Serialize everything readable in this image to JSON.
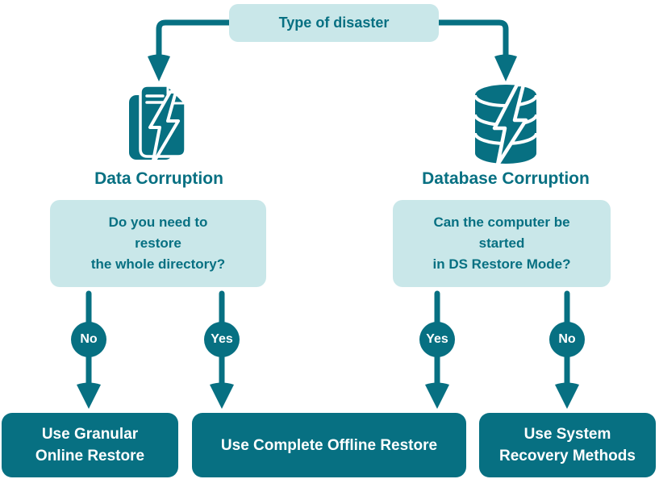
{
  "flowchart": {
    "title": "Type of disaster",
    "branches": [
      {
        "label": "Data Corruption",
        "icon": "document-lightning-icon",
        "question_lines": [
          "Do you need to",
          "restore",
          "the whole directory?"
        ],
        "answers": [
          {
            "label": "No"
          },
          {
            "label": "Yes"
          }
        ]
      },
      {
        "label": "Database Corruption",
        "icon": "database-lightning-icon",
        "question_lines": [
          "Can the computer be",
          "started",
          "in DS Restore Mode?"
        ],
        "answers": [
          {
            "label": "Yes"
          },
          {
            "label": "No"
          }
        ]
      }
    ],
    "results": [
      {
        "lines": [
          "Use Granular",
          "Online Restore"
        ]
      },
      {
        "lines": [
          "Use Complete Offline Restore"
        ]
      },
      {
        "lines": [
          "Use System",
          "Recovery Methods"
        ]
      }
    ],
    "colors": {
      "dark_teal": "#077082",
      "light_teal": "#c9e7e9",
      "text_on_dark": "#ffffff"
    }
  }
}
